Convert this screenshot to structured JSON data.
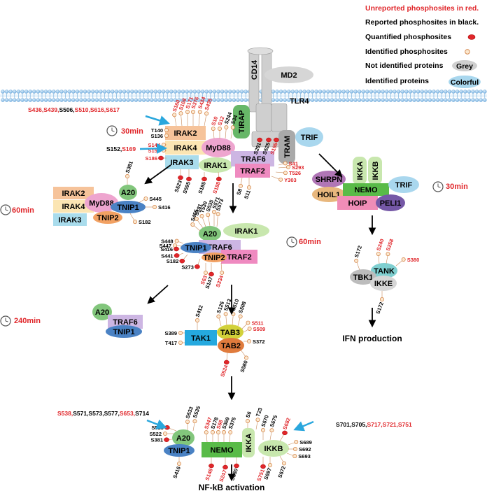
{
  "legend": {
    "unreported": "Unreported phosphosites in red.",
    "reported": "Reported phosphosites in black.",
    "quantified": "Quantified phosphosites",
    "identified": "Identified phosphosites",
    "not_identified": "Not identified proteins",
    "identified_proteins": "Identified proteins",
    "grey_label": "Grey",
    "colorful_label": "Colorful"
  },
  "times": {
    "t30": "30min",
    "t60": "60min",
    "t240": "240min"
  },
  "outcomes": {
    "ifn": "IFN production",
    "nfkb": "NF-kB activation"
  },
  "colors": {
    "red_site": "#e0262a",
    "grey": "#cfcfcf",
    "light_blue": "#a9d7ee",
    "membrane_head": "#9cc8ea",
    "arrow_blue": "#2aa7dd",
    "irak2": "#f6c39a",
    "irak4": "#fbe5b3",
    "irak3": "#a9dcec",
    "myd88": "#eea5cf",
    "irak1": "#c8e7ae",
    "traf6": "#cdb6e3",
    "traf2": "#ef8ac0",
    "tirap": "#67b768",
    "tnip1": "#4a82c4",
    "tnip2": "#f2a163",
    "a20": "#82c67c",
    "nemo": "#59bb48",
    "tak1": "#25a9df",
    "tab3": "#d2d13a",
    "tab2": "#e07b3d",
    "tank": "#7fcfd0",
    "shrpn": "#b076b6",
    "hoil1": "#e8b77d",
    "hoip": "#f08db7",
    "peli1": "#7558a6"
  },
  "proteins": {
    "cd14": "CD14",
    "md2": "MD2",
    "tlr4": "TLR4",
    "tirap": "TIRAP",
    "tram": "TRAM",
    "trif": "TRIF",
    "irak2": "IRAK2",
    "irak4": "IRAK4",
    "irak3": "IRAK3",
    "irak1": "IRAK1",
    "myd88": "MyD88",
    "traf6": "TRAF6",
    "traf2": "TRAF2",
    "a20": "A20",
    "tnip1": "TNIP1",
    "tnip2": "TNIP2",
    "tak1": "TAK1",
    "tab2": "TAB2",
    "tab3": "TAB3",
    "nemo": "NEMO",
    "ikka": "IKKA",
    "ikkb": "IKKB",
    "shrpn": "SHRPN",
    "hoil1": "HOIL1",
    "hoip": "HOIP",
    "peli1": "PELI1",
    "tank": "TANK",
    "tbk1": "TBK1",
    "ikke": "IKKE"
  },
  "site_lists": {
    "irak2_a": "S436,S439,",
    "irak2_b": "S506,",
    "irak2_c": "S510,S616,S617",
    "irak4_a": "S152,",
    "irak4_b": "S169",
    "a20_a": "S538,",
    "a20_b": "S571,S573,S577,",
    "a20_c": "S653,",
    "a20_d": "S714",
    "ikkb_a": "S701,S705,",
    "ikkb_b": "S717,S721,S751"
  },
  "sites": {
    "c1": [
      "T140",
      "S136",
      "S144",
      "S151",
      "S186",
      "S160",
      "S168",
      "S171",
      "S376",
      "S434",
      "S435",
      "S10",
      "S12",
      "S244",
      "S34",
      "S291",
      "S525",
      "S195",
      "S41",
      "S293",
      "T526",
      "Y303",
      "S523",
      "S595",
      "S185",
      "S188",
      "S8",
      "S11"
    ],
    "c2": [
      "S381",
      "S445",
      "S416",
      "S182"
    ],
    "c3": [
      "S535",
      "S573",
      "S571",
      "T530",
      "S381",
      "S455",
      "S448",
      "S447",
      "S416",
      "S441",
      "S182",
      "S273",
      "S63",
      "S147",
      "S334"
    ],
    "tak": [
      "S412",
      "S389",
      "T417",
      "S126",
      "S513",
      "S510",
      "S508",
      "S511",
      "S509",
      "S372",
      "S524",
      "S580"
    ],
    "tank": [
      "S172",
      "S240",
      "S258",
      "S380",
      "S172"
    ],
    "nfkb": [
      "S523",
      "S533",
      "S535",
      "S522",
      "S381",
      "S416",
      "S347",
      "S178",
      "S68",
      "S369",
      "S375",
      "S6",
      "T23",
      "S670",
      "S675",
      "S682",
      "S689",
      "S692",
      "S693",
      "S672",
      "S697",
      "S751",
      "S380",
      "S247",
      "S148"
    ]
  }
}
